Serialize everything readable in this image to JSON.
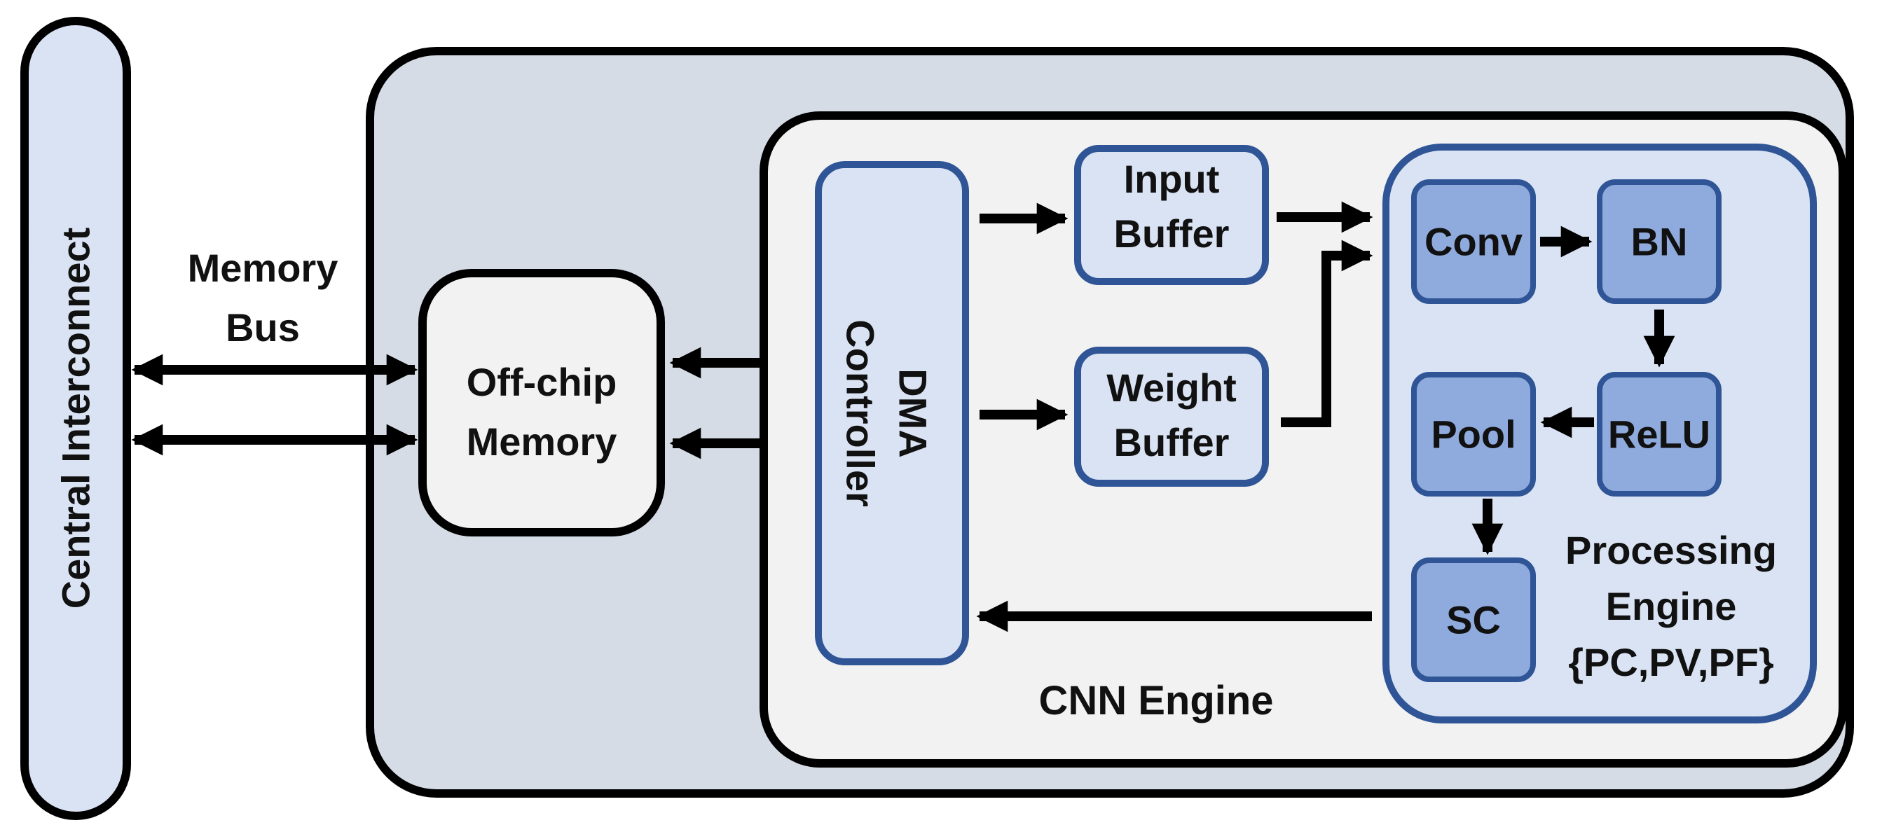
{
  "central_interconnect": {
    "label": "Central Interconnect"
  },
  "memory_bus": {
    "line1": "Memory",
    "line2": "Bus"
  },
  "offchip_memory": {
    "line1": "Off-chip",
    "line2": "Memory"
  },
  "dma_controller": {
    "line1": "DMA",
    "line2": "Controller"
  },
  "input_buffer": {
    "line1": "Input",
    "line2": "Buffer"
  },
  "weight_buffer": {
    "line1": "Weight",
    "line2": "Buffer"
  },
  "cnn_engine": {
    "label": "CNN Engine"
  },
  "processing_engine": {
    "line1": "Processing",
    "line2": "Engine",
    "line3": "{PC,PV,PF}",
    "blocks": {
      "conv": "Conv",
      "bn": "BN",
      "relu": "ReLU",
      "pool": "Pool",
      "sc": "SC"
    }
  },
  "colors": {
    "outer_fill": "#d6dce6",
    "interconnect_fill": "#dae3f3",
    "cnn_engine_fill": "#f2f2f2",
    "offchip_fill": "#f2f2f2",
    "dma_fill": "#dae3f3",
    "dma_stroke": "#2f5597",
    "buffer_fill": "#dae3f3",
    "buffer_stroke": "#2f5597",
    "pe_fill": "#dae3f3",
    "pe_stroke": "#2f5597",
    "block_fill": "#8faadc",
    "block_stroke": "#2f5597",
    "line": "#000000"
  }
}
